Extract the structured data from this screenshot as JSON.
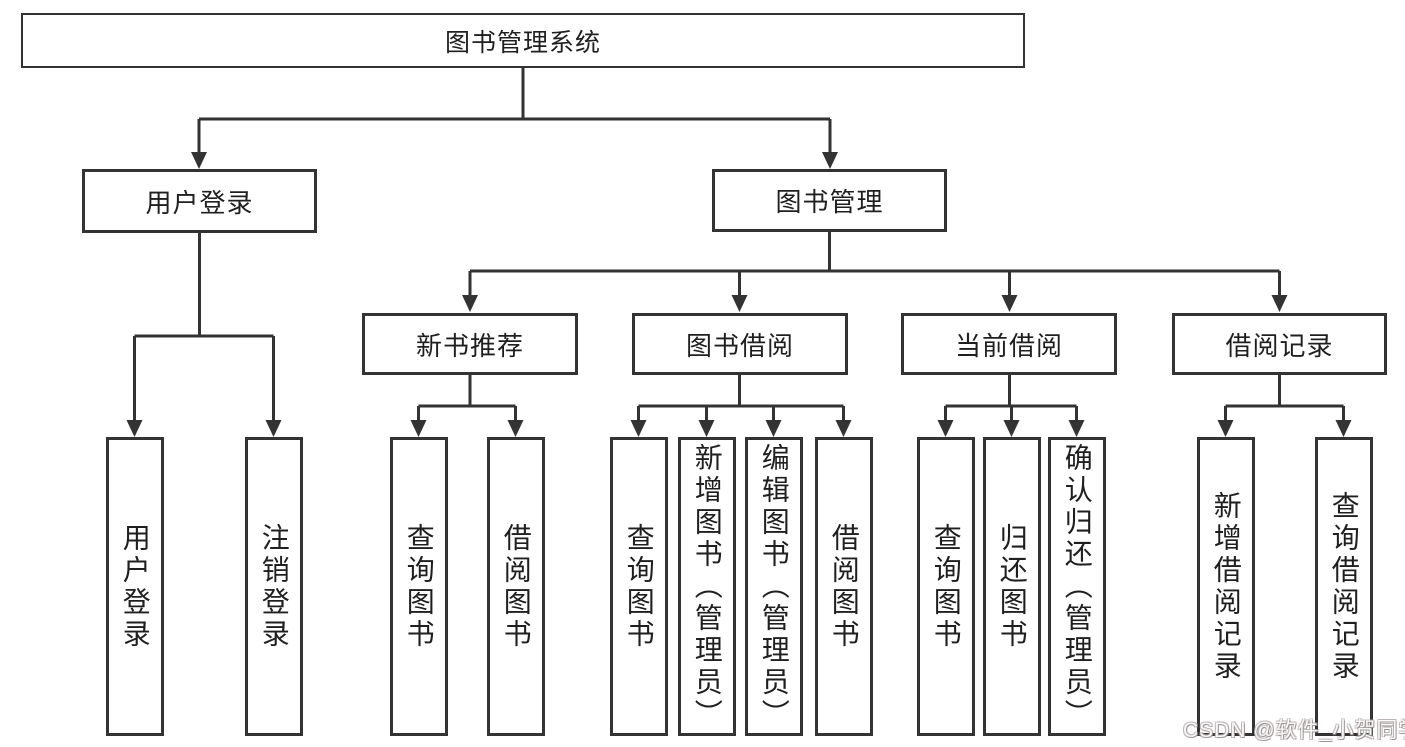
{
  "colors": {
    "line": "#333333",
    "text": "#1f1f1f",
    "background": "#ffffff"
  },
  "tree": {
    "root": {
      "label": "图书管理系统",
      "children": [
        {
          "label": "用户登录",
          "children": [
            {
              "label": "用户登录"
            },
            {
              "label": "注销登录"
            }
          ]
        },
        {
          "label": "图书管理",
          "children": [
            {
              "label": "新书推荐",
              "children": [
                {
                  "label": "查询图书"
                },
                {
                  "label": "借阅图书"
                }
              ]
            },
            {
              "label": "图书借阅",
              "children": [
                {
                  "label": "查询图书"
                },
                {
                  "label": "新增图书（管理员）"
                },
                {
                  "label": "编辑图书（管理员）"
                },
                {
                  "label": "借阅图书"
                }
              ]
            },
            {
              "label": "当前借阅",
              "children": [
                {
                  "label": "查询图书"
                },
                {
                  "label": "归还图书"
                },
                {
                  "label": "确认归还（管理员）"
                }
              ]
            },
            {
              "label": "借阅记录",
              "children": [
                {
                  "label": "新增借阅记录"
                },
                {
                  "label": "查询借阅记录"
                }
              ]
            }
          ]
        }
      ]
    }
  },
  "watermark": {
    "text": "CSDN @软件_小贺同学"
  }
}
